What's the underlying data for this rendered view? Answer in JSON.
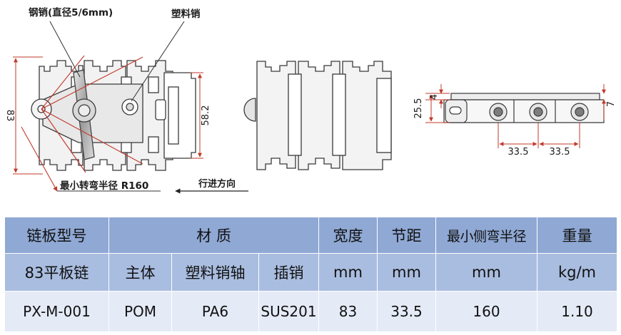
{
  "diagram": {
    "labels": {
      "steel_pin": "钢销(直径5/6mm)",
      "plastic_pin": "塑料销",
      "min_radius": "最小转弯半径 R160",
      "direction": "行进方向"
    },
    "dimensions": {
      "overall_width": "83",
      "inner_width": "58.2",
      "height": "25.5",
      "plate_thickness": "4",
      "pitch_1": "33.5",
      "pitch_2": "33.5",
      "side_height": "7"
    }
  },
  "spec_table": {
    "header": {
      "model": "链板型号",
      "material": "材  质",
      "width": "宽度",
      "pitch": "节距",
      "min_side_radius": "最小侧弯半径",
      "weight": "重量"
    },
    "subheader": {
      "model_type": "83平板链",
      "body": "主体",
      "plastic_pin_shaft": "塑料销轴",
      "insert_pin": "插销",
      "width_unit": "mm",
      "pitch_unit": "mm",
      "radius_unit": "mm",
      "weight_unit": "kg/m"
    },
    "row": {
      "model": "PX-M-001",
      "body": "POM",
      "plastic_pin_shaft": "PA6",
      "insert_pin": "SUS201",
      "width": "83",
      "pitch": "33.5",
      "min_side_radius": "160",
      "weight": "1.10"
    }
  }
}
